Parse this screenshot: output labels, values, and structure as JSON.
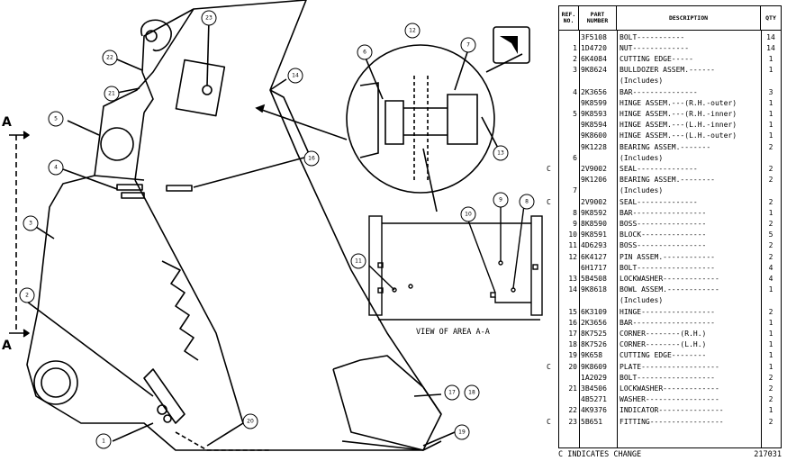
{
  "table": {
    "headers": {
      "ref": "REF. NO.",
      "part": "PART NUMBER",
      "description": "DESCRIPTION",
      "qty": "QTY"
    },
    "rows": [
      {
        "ref": "",
        "change": "",
        "part": "3F5108",
        "desc": "BOLT-----------",
        "qty": "14"
      },
      {
        "ref": "1",
        "change": "",
        "part": "1D4720",
        "desc": "NUT-------------",
        "qty": "14"
      },
      {
        "ref": "2",
        "change": "",
        "part": "6K4084",
        "desc": "CUTTING EDGE-----",
        "qty": "1"
      },
      {
        "ref": "3",
        "change": "",
        "part": "9K8624",
        "desc": "BULLDOZER ASSEM.------",
        "qty": "1"
      },
      {
        "ref": "",
        "change": "",
        "part": "",
        "desc": "(Includes)",
        "qty": ""
      },
      {
        "ref": "4",
        "change": "",
        "part": "2K3656",
        "desc": "BAR---------------",
        "qty": "3"
      },
      {
        "ref": "",
        "change": "",
        "part": "9K8599",
        "desc": "HINGE ASSEM.---(R.H.-outer)",
        "qty": "1"
      },
      {
        "ref": "5",
        "change": "",
        "part": "9K8593",
        "desc": "HINGE ASSEM.---(R.H.-inner)",
        "qty": "1"
      },
      {
        "ref": "",
        "change": "",
        "part": "9K8594",
        "desc": "HINGE ASSEM.---(L.H.-inner)",
        "qty": "1"
      },
      {
        "ref": "",
        "change": "",
        "part": "9K8600",
        "desc": "HINGE ASSEM.---(L.H.-outer)",
        "qty": "1"
      },
      {
        "ref": "",
        "change": "",
        "part": "9K1228",
        "desc": "BEARING ASSEM.-------",
        "qty": "2"
      },
      {
        "ref": "6",
        "change": "",
        "part": "",
        "desc": "(Includes)",
        "qty": ""
      },
      {
        "ref": "",
        "change": "C",
        "part": "2V9002",
        "desc": "SEAL--------------",
        "qty": "2"
      },
      {
        "ref": "",
        "change": "",
        "part": "9K1206",
        "desc": "BEARING ASSEM.--------",
        "qty": "2"
      },
      {
        "ref": "7",
        "change": "",
        "part": "",
        "desc": "(Includes)",
        "qty": ""
      },
      {
        "ref": "",
        "change": "C",
        "part": "2V9002",
        "desc": "SEAL--------------",
        "qty": "2"
      },
      {
        "ref": "8",
        "change": "",
        "part": "9K8592",
        "desc": "BAR-----------------",
        "qty": "1"
      },
      {
        "ref": "9",
        "change": "",
        "part": "8K8590",
        "desc": "BOSS----------------",
        "qty": "2"
      },
      {
        "ref": "10",
        "change": "",
        "part": "9K8591",
        "desc": "BLOCK---------------",
        "qty": "5"
      },
      {
        "ref": "11",
        "change": "",
        "part": "4D6293",
        "desc": "BOSS----------------",
        "qty": "2"
      },
      {
        "ref": "12",
        "change": "",
        "part": "6K4127",
        "desc": "PIN ASSEM.------------",
        "qty": "2"
      },
      {
        "ref": "",
        "change": "",
        "part": "6H1717",
        "desc": "BOLT------------------",
        "qty": "4"
      },
      {
        "ref": "13",
        "change": "",
        "part": "5B4508",
        "desc": "LOCKWASHER-------------",
        "qty": "4"
      },
      {
        "ref": "14",
        "change": "",
        "part": "9K8618",
        "desc": "BOWL ASSEM.------------",
        "qty": "1"
      },
      {
        "ref": "",
        "change": "",
        "part": "",
        "desc": "(Includes)",
        "qty": ""
      },
      {
        "ref": "15",
        "change": "",
        "part": "6K3109",
        "desc": "HINGE-----------------",
        "qty": "2"
      },
      {
        "ref": "16",
        "change": "",
        "part": "2K3656",
        "desc": "BAR-------------------",
        "qty": "1"
      },
      {
        "ref": "17",
        "change": "",
        "part": "8K7525",
        "desc": "CORNER--------(R.H.)",
        "qty": "1"
      },
      {
        "ref": "18",
        "change": "",
        "part": "8K7526",
        "desc": "CORNER--------(L.H.)",
        "qty": "1"
      },
      {
        "ref": "19",
        "change": "",
        "part": "9K658",
        "desc": "CUTTING EDGE--------",
        "qty": "1"
      },
      {
        "ref": "20",
        "change": "C",
        "part": "9K8609",
        "desc": "PLATE------------------",
        "qty": "1"
      },
      {
        "ref": "",
        "change": "",
        "part": "1A2029",
        "desc": "BOLT------------------",
        "qty": "2"
      },
      {
        "ref": "21",
        "change": "",
        "part": "3B4506",
        "desc": "LOCKWASHER-------------",
        "qty": "2"
      },
      {
        "ref": "",
        "change": "",
        "part": "4B5271",
        "desc": "WASHER-----------------",
        "qty": "2"
      },
      {
        "ref": "22",
        "change": "",
        "part": "4K9376",
        "desc": "INDICATOR---------------",
        "qty": "1"
      },
      {
        "ref": "23",
        "change": "C",
        "part": "5B651",
        "desc": "FITTING-----------------",
        "qty": "2"
      }
    ]
  },
  "footer": {
    "change_note": "C INDICATES CHANGE",
    "code": "217031"
  },
  "caption": "VIEW OF AREA A-A",
  "section_label": "A",
  "callouts": [
    "1",
    "2",
    "3",
    "4",
    "5",
    "6",
    "7",
    "8",
    "9",
    "10",
    "11",
    "12",
    "13",
    "14",
    "16",
    "17",
    "18",
    "19",
    "20",
    "21",
    "22",
    "23"
  ]
}
